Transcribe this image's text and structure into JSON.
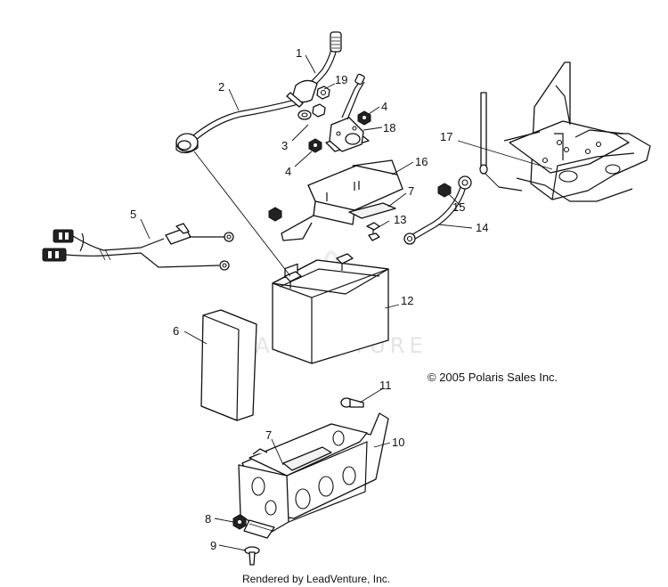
{
  "diagram": {
    "callouts": [
      "1",
      "2",
      "3",
      "4",
      "4",
      "5",
      "6",
      "7",
      "7",
      "8",
      "9",
      "10",
      "11",
      "12",
      "13",
      "14",
      "15",
      "16",
      "17",
      "18",
      "19"
    ],
    "copyright": "© 2005 Polaris Sales Inc.",
    "watermark": "LEADVENTURE",
    "footer": "Rendered by LeadVenture, Inc."
  }
}
